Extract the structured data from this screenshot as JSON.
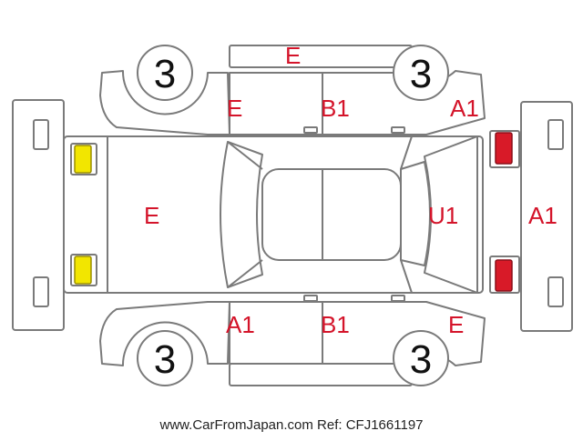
{
  "colors": {
    "outline": "#7a7a7a",
    "label": "#d4142a",
    "yellow_marker": "#f2e600",
    "red_marker": "#d81a28",
    "tire_number": "#111111"
  },
  "tires": [
    {
      "id": "front-left",
      "label": "3"
    },
    {
      "id": "rear-left",
      "label": "3"
    },
    {
      "id": "front-right",
      "label": "3"
    },
    {
      "id": "rear-right",
      "label": "3"
    }
  ],
  "labels": {
    "top_edge": "E",
    "left_door_front": "E",
    "left_door_rear": "B1",
    "left_quarter": "A1",
    "hood": "E",
    "rear_glass": "U1",
    "rear_bumper": "A1",
    "right_door_front": "A1",
    "right_door_rear": "B1",
    "right_quarter": "E"
  },
  "footer": {
    "text": "www.CarFromJapan.com Ref: CFJ1661197"
  }
}
